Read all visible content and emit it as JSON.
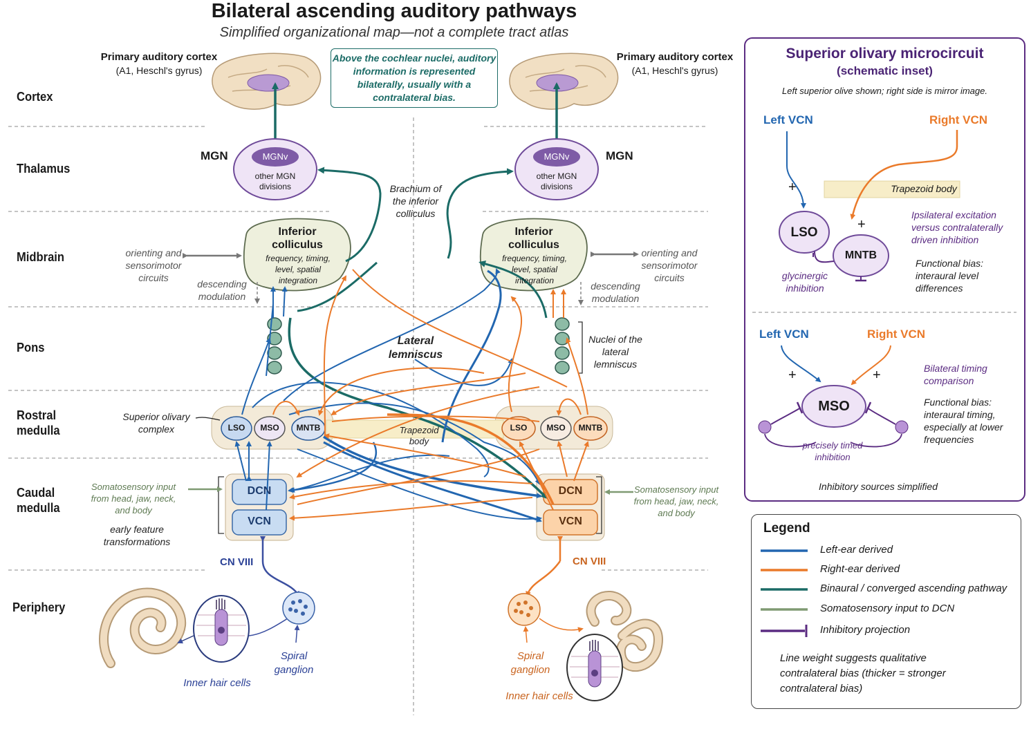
{
  "title": "Bilateral ascending auditory pathways",
  "subtitle": "Simplified organizational map—not a complete tract atlas",
  "levels": [
    "Cortex",
    "Thalamus",
    "Midbrain",
    "Pons",
    "Rostral medulla",
    "Caudal medulla",
    "Periphery"
  ],
  "callout": "Above the cochlear nuclei, auditory information is represented bilaterally, usually with a contralateral bias.",
  "left": {
    "cortex_title": "Primary auditory cortex",
    "cortex_sub": "(A1, Heschl's gyrus)",
    "mgn": "MGN",
    "mgnv": "MGNv",
    "mgn_other": "other MGN divisions",
    "ic_title": "Inferior colliculus",
    "ic_sub": "frequency, timing, level, spatial integration",
    "orienting": "orienting and sensorimotor circuits",
    "descending": "descending modulation",
    "soc_label": "Superior olivary complex",
    "lso": "LSO",
    "mso": "MSO",
    "mntb": "MNTB",
    "dcn": "DCN",
    "vcn": "VCN",
    "somato": "Somatosensory input from head, jaw, neck, and body",
    "early": "early feature transformations",
    "cn": "CN VIII",
    "spiral": "Spiral ganglion",
    "ihc": "Inner hair cells"
  },
  "right": {
    "cortex_title": "Primary auditory cortex",
    "cortex_sub": "(A1, Heschl's gyrus)",
    "mgn": "MGN",
    "mgnv": "MGNv",
    "mgn_other": "other MGN divisions",
    "ic_title": "Inferior colliculus",
    "ic_sub": "frequency, timing, level, spatial integration",
    "orienting": "orienting and sensorimotor circuits",
    "descending": "descending modulation",
    "nll": "Nuclei of the lateral lemniscus",
    "lso": "LSO",
    "mso": "MSO",
    "mntb": "MNTB",
    "dcn": "DCN",
    "vcn": "VCN",
    "somato": "Somatosensory input from head, jaw, neck, and body",
    "cn": "CN VIII",
    "spiral": "Spiral ganglion",
    "ihc": "Inner hair cells"
  },
  "center": {
    "brachium": "Brachium of the inferior colliculus",
    "lemniscus": "Lateral lemniscus",
    "trapezoid": "Trapezoid body"
  },
  "inset": {
    "title": "Superior olivary microcircuit",
    "subtitle": "(schematic inset)",
    "note": "Left superior olive shown; right side is mirror image.",
    "left_vcn": "Left VCN",
    "right_vcn": "Right VCN",
    "trapezoid": "Trapezoid body",
    "plus": "+",
    "lso": "LSO",
    "mntb": "MNTB",
    "glycinergic": "glycinergic inhibition",
    "ipsi": "Ipsilateral excitation versus contralaterally driven inhibition",
    "lso_bias": "Functional bias: interaural level differences",
    "mso": "MSO",
    "timed": "precisely timed inhibition",
    "bilateral": "Bilateral timing comparison",
    "mso_bias": "Functional bias: interaural timing, especially at lower frequencies",
    "simplified": "Inhibitory sources simplified"
  },
  "legend": {
    "title": "Legend",
    "items": [
      {
        "label": "Left-ear derived",
        "color": "#2266b0"
      },
      {
        "label": "Right-ear derived",
        "color": "#ea7a2a"
      },
      {
        "label": "Binaural / converged ascending pathway",
        "color": "#1b6b66"
      },
      {
        "label": "Somatosensory input to DCN",
        "color": "#7f9a72"
      },
      {
        "label": "Inhibitory projection",
        "color": "#5b2c82"
      }
    ],
    "footnote": "Line weight suggests qualitative contralateral bias (thicker = stronger contralateral bias)"
  },
  "colors": {
    "left": "#2266b0",
    "right": "#ea7a2a",
    "binaural": "#1b6b66",
    "somato": "#7f9a72",
    "inhibitory": "#5b2c82",
    "nerve": "#3b4fa0"
  }
}
